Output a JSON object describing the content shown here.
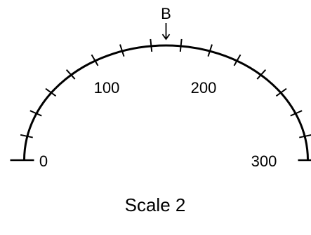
{
  "scale": {
    "title": "Scale 2",
    "min": 0,
    "max": 300,
    "tick_step": 20,
    "tick_labels": [
      "0",
      "100",
      "200",
      "300"
    ],
    "tick_label_values": [
      0,
      100,
      200,
      300
    ],
    "marker": {
      "label": "B",
      "value": 150
    },
    "color": "#000000"
  }
}
